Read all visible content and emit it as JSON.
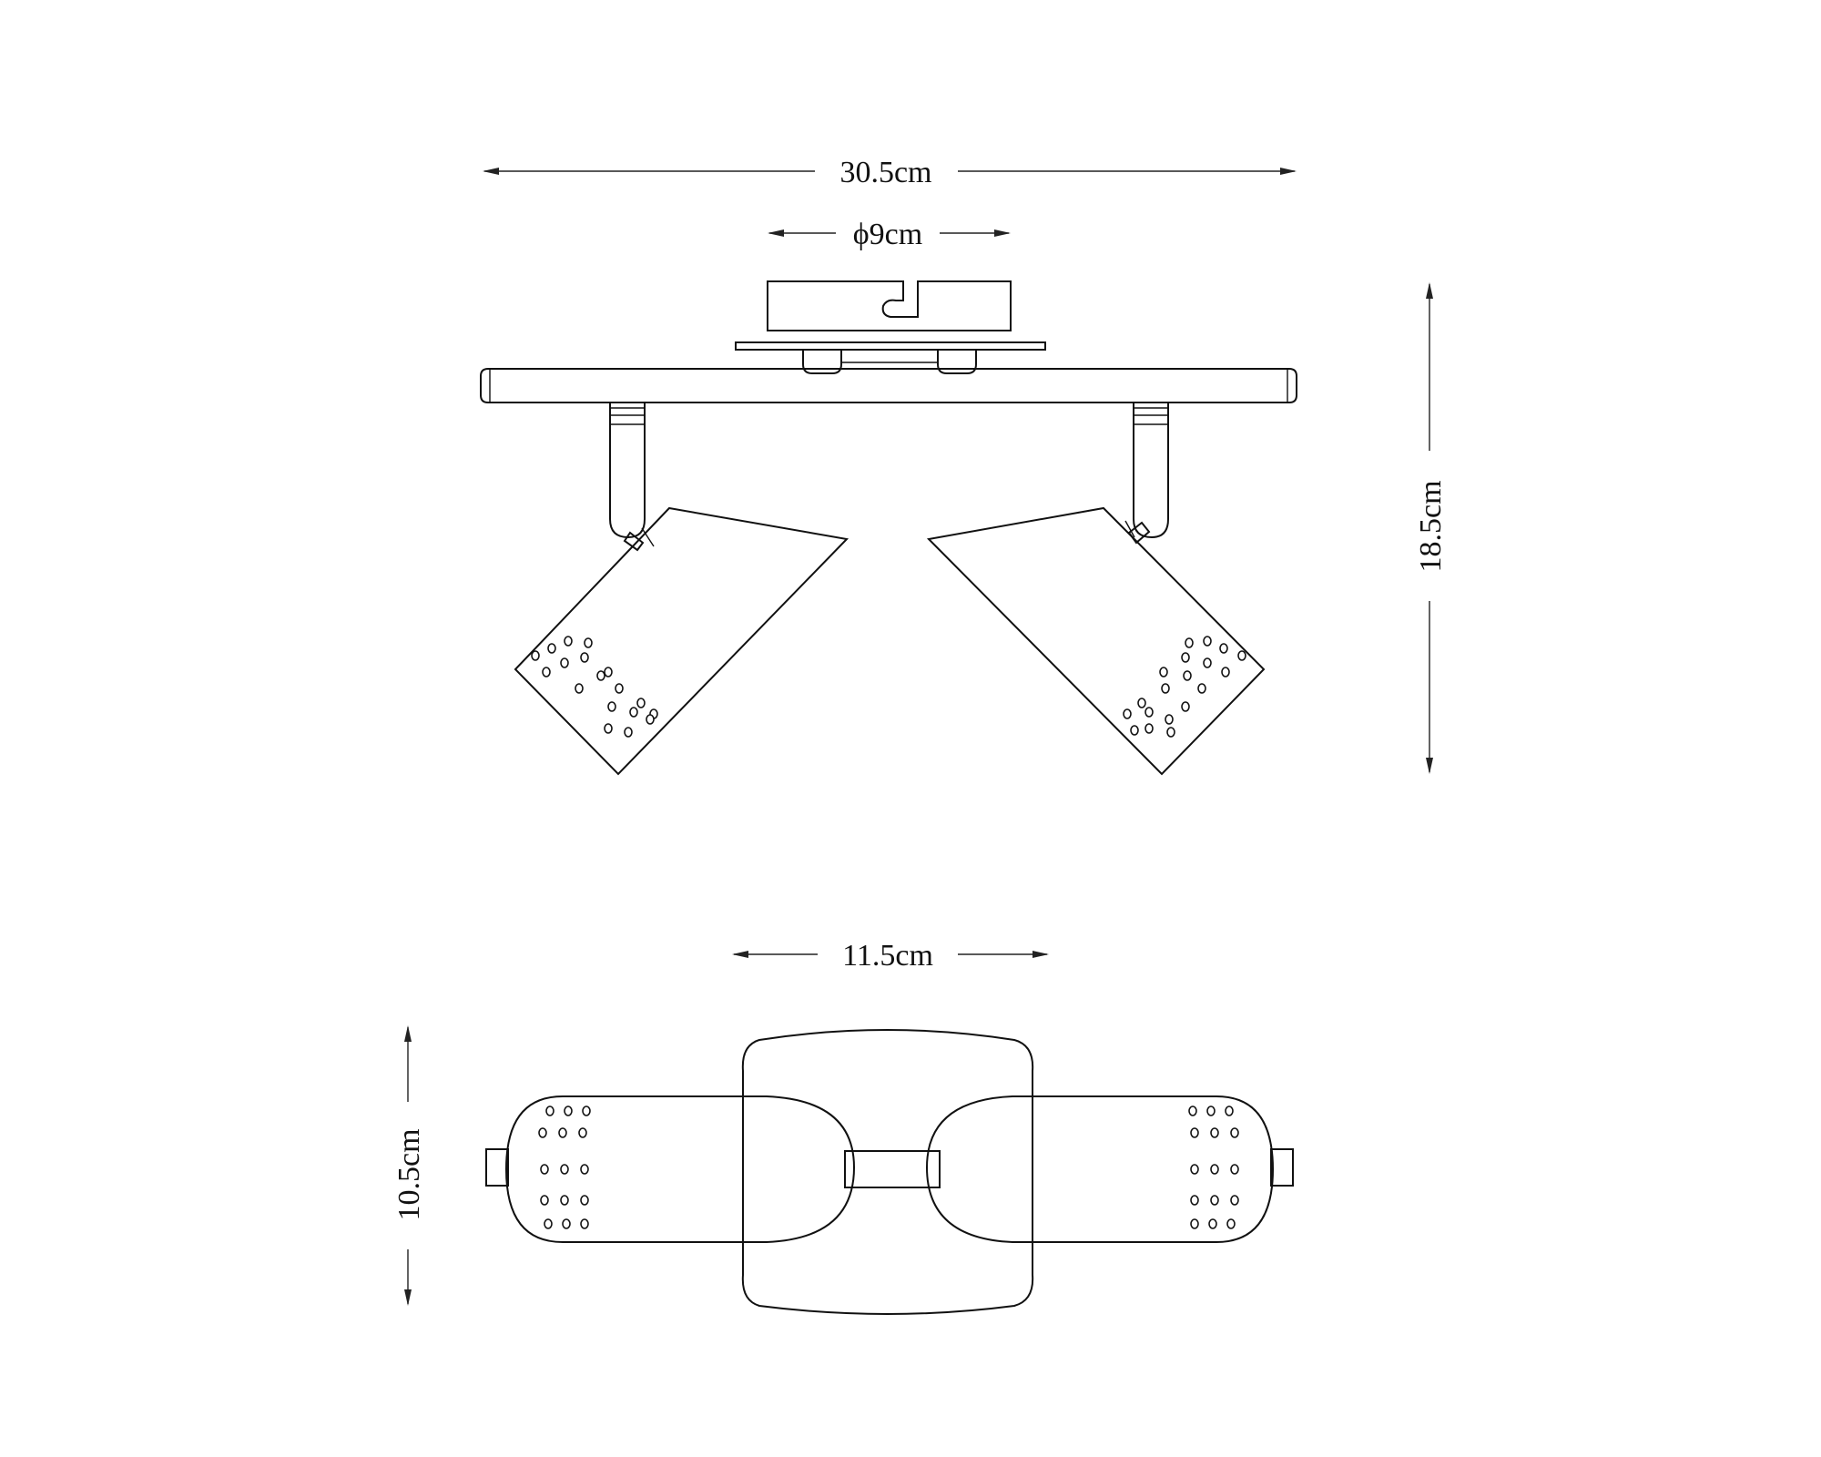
{
  "dimensions": {
    "overall_width": "30.5cm",
    "canopy_diameter": "ϕ9cm",
    "height": "18.5cm",
    "depth_width": "11.5cm",
    "depth_height": "10.5cm"
  },
  "colors": {
    "line": "#111111",
    "background": "#ffffff"
  }
}
